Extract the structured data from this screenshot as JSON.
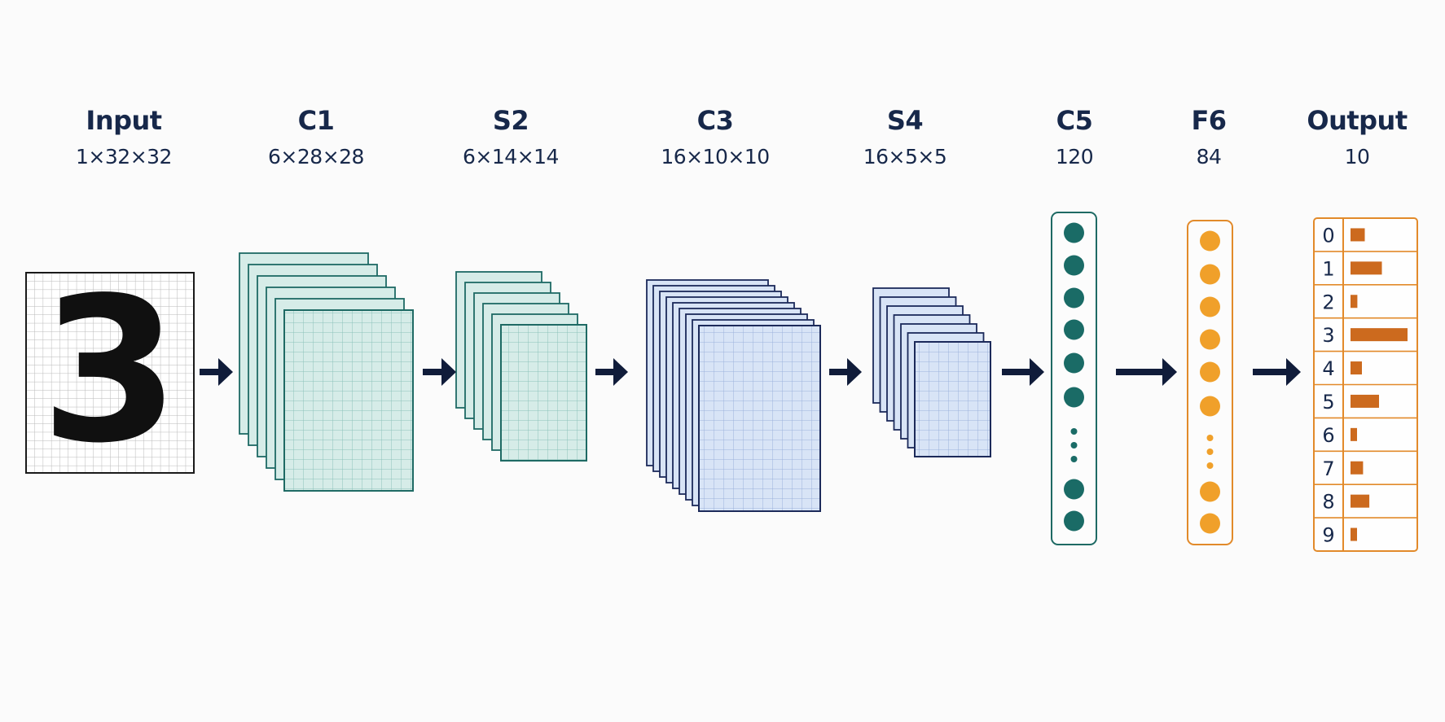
{
  "layers": [
    {
      "name": "Input",
      "shape": "1×32×32"
    },
    {
      "name": "C1",
      "shape": "6×28×28"
    },
    {
      "name": "S2",
      "shape": "6×14×14"
    },
    {
      "name": "C3",
      "shape": "16×10×10"
    },
    {
      "name": "S4",
      "shape": "16×5×5"
    },
    {
      "name": "C5",
      "shape": "120"
    },
    {
      "name": "F6",
      "shape": "84"
    },
    {
      "name": "Output",
      "shape": "10"
    }
  ],
  "input_digit": "3",
  "output": {
    "classes": [
      "0",
      "1",
      "2",
      "3",
      "4",
      "5",
      "6",
      "7",
      "8",
      "9"
    ],
    "scores": [
      0.25,
      0.55,
      0.12,
      1.0,
      0.2,
      0.5,
      0.1,
      0.22,
      0.33,
      0.1
    ]
  },
  "colors": {
    "text": "#17284a",
    "arrow": "#101c3a",
    "teal_stroke": "#1e6a64",
    "teal_fill": "#d6ece8",
    "blue_stroke": "#1c2a5a",
    "blue_fill": "#d8e4f6",
    "teal_node": "#1a6b66",
    "orange_node": "#f0a02a",
    "orange_stroke": "#e28a2a",
    "bar": "#cc6a1e"
  }
}
